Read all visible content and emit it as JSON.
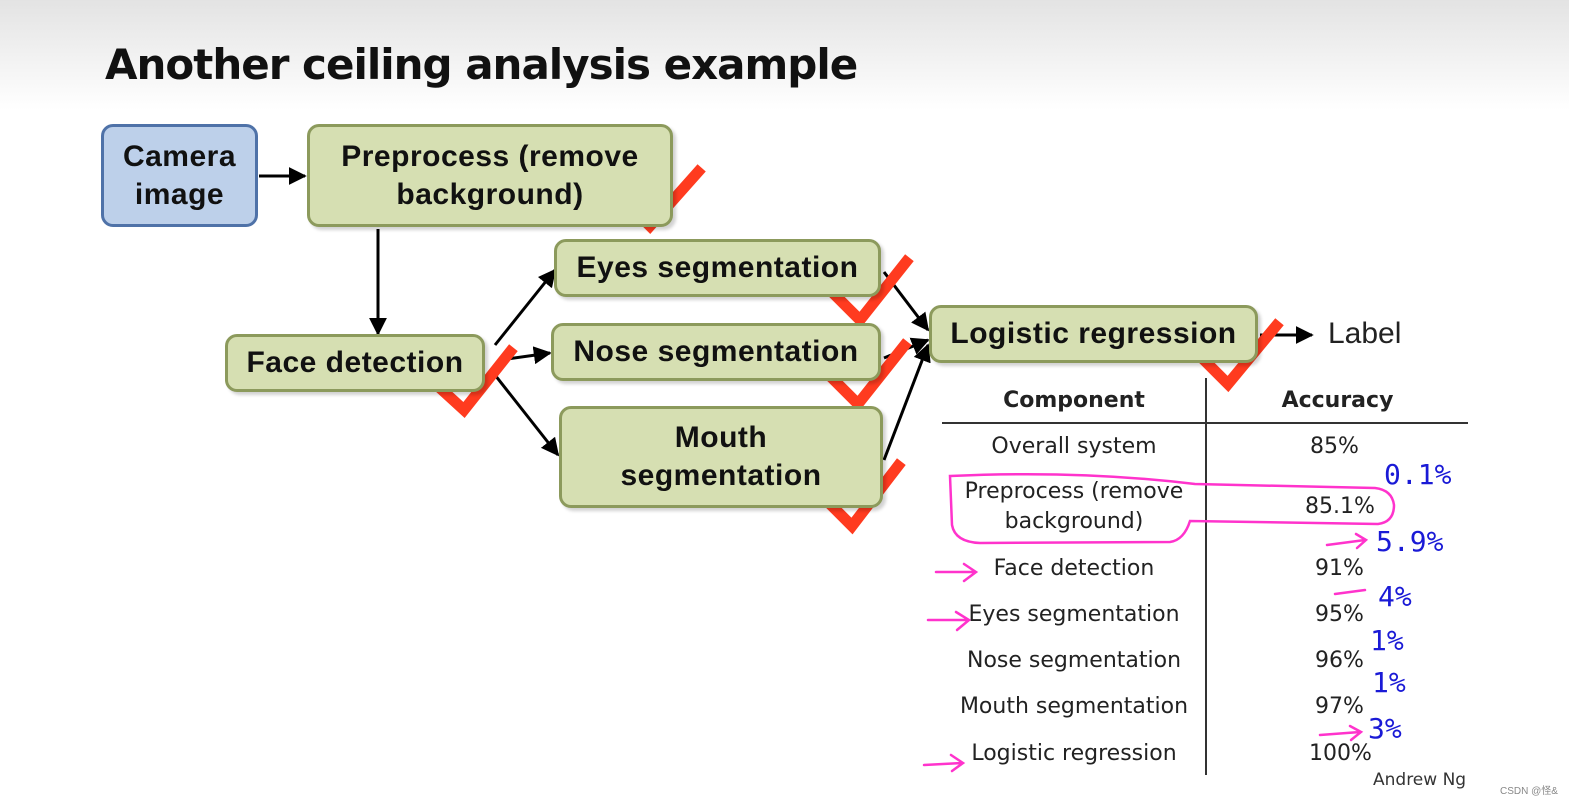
{
  "title": "Another ceiling analysis example",
  "pipeline": {
    "camera": "Camera image",
    "preprocess": "Preprocess (remove background)",
    "face": "Face detection",
    "eyes": "Eyes segmentation",
    "nose": "Nose segmentation",
    "mouth": "Mouth segmentation",
    "logistic": "Logistic regression",
    "output": "Label"
  },
  "table": {
    "headers": [
      "Component",
      "Accuracy"
    ],
    "rows": [
      {
        "component": "Overall system",
        "accuracy": "85%"
      },
      {
        "component": "Preprocess (remove background)",
        "accuracy": "85.1%"
      },
      {
        "component": "Face detection",
        "accuracy": "91%"
      },
      {
        "component": "Eyes segmentation",
        "accuracy": "95%"
      },
      {
        "component": "Nose segmentation",
        "accuracy": "96%"
      },
      {
        "component": "Mouth segmentation",
        "accuracy": "97%"
      },
      {
        "component": "Logistic regression",
        "accuracy": "100%"
      }
    ]
  },
  "annotations": [
    "0.1%",
    "5.9%",
    "4%",
    "1%",
    "1%",
    "3%"
  ],
  "credit": "Andrew Ng",
  "watermark": "CSDN @怪&",
  "colors": {
    "camera_fill": "#bdd0ea",
    "component_fill": "#d6dfb2",
    "checkmark": "#ff3b1f",
    "highlight": "#ff33cc",
    "handwriting": "#1a1ad6"
  }
}
